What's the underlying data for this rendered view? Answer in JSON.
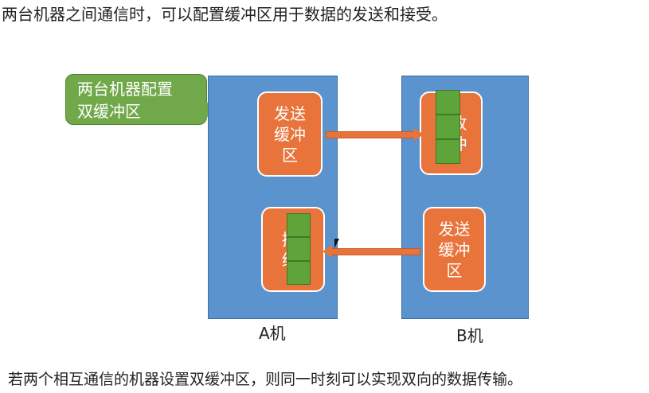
{
  "top_caption": "两台机器之间通信时，可以配置缓冲区用于数据的发送和接受。",
  "callout": {
    "line1": "两台机器配置",
    "line2": "双缓冲区"
  },
  "machine_a": {
    "label": "A机",
    "send_buffer": {
      "line1": "发送",
      "line2": "缓冲",
      "line3": "区"
    },
    "recv_buffer": {
      "line1": "接",
      "line2": "缓"
    }
  },
  "machine_b": {
    "label": "B机",
    "recv_buffer": {
      "line1": "接收",
      "line2": "缓冲"
    },
    "send_buffer": {
      "line1": "发送",
      "line2": "缓冲",
      "line3": "区"
    }
  },
  "bottom_caption": "若两个相互通信的机器设置双缓冲区，则同一时刻可以实现双向的数据传输。",
  "colors": {
    "machine": "#5b93cf",
    "buffer": "#e8743b",
    "data_block": "#5ea43a",
    "callout": "#70a84a"
  }
}
